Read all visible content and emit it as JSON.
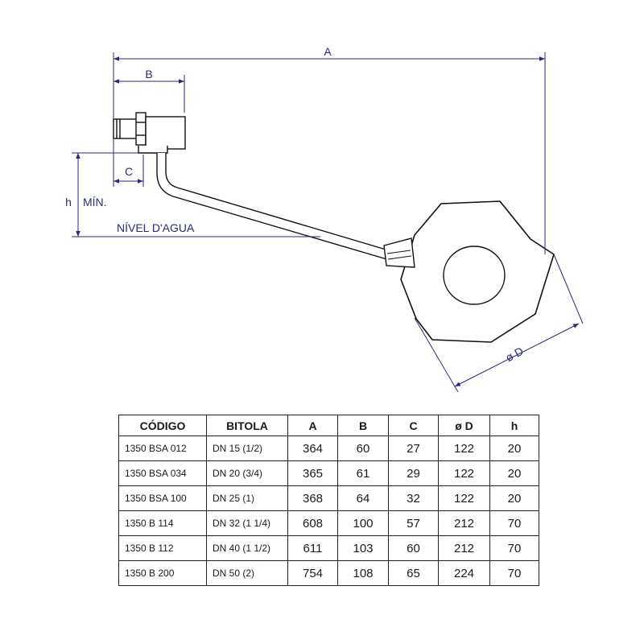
{
  "drawing": {
    "labels": {
      "dim_a": "A",
      "dim_b": "B",
      "dim_c": "C",
      "dim_h": "h",
      "min": "MÍN.",
      "water_level": "NÍVEL D'AGUA",
      "dim_d": "ø D"
    },
    "colors": {
      "dimension": "#2a2a7a",
      "outline": "#111111"
    }
  },
  "table": {
    "headers": [
      "CÓDIGO",
      "BITOLA",
      "A",
      "B",
      "C",
      "ø D",
      "h"
    ],
    "rows": [
      [
        "1350 BSA 012",
        "DN 15 (1/2)",
        "364",
        "60",
        "27",
        "122",
        "20"
      ],
      [
        "1350 BSA 034",
        "DN 20 (3/4)",
        "365",
        "61",
        "29",
        "122",
        "20"
      ],
      [
        "1350 BSA 100",
        "DN 25 (1)",
        "368",
        "64",
        "32",
        "122",
        "20"
      ],
      [
        "1350 B 114",
        "DN 32 (1 1/4)",
        "608",
        "100",
        "57",
        "212",
        "70"
      ],
      [
        "1350 B 112",
        "DN 40 (1 1/2)",
        "611",
        "103",
        "60",
        "212",
        "70"
      ],
      [
        "1350 B 200",
        "DN 50 (2)",
        "754",
        "108",
        "65",
        "224",
        "70"
      ]
    ]
  }
}
